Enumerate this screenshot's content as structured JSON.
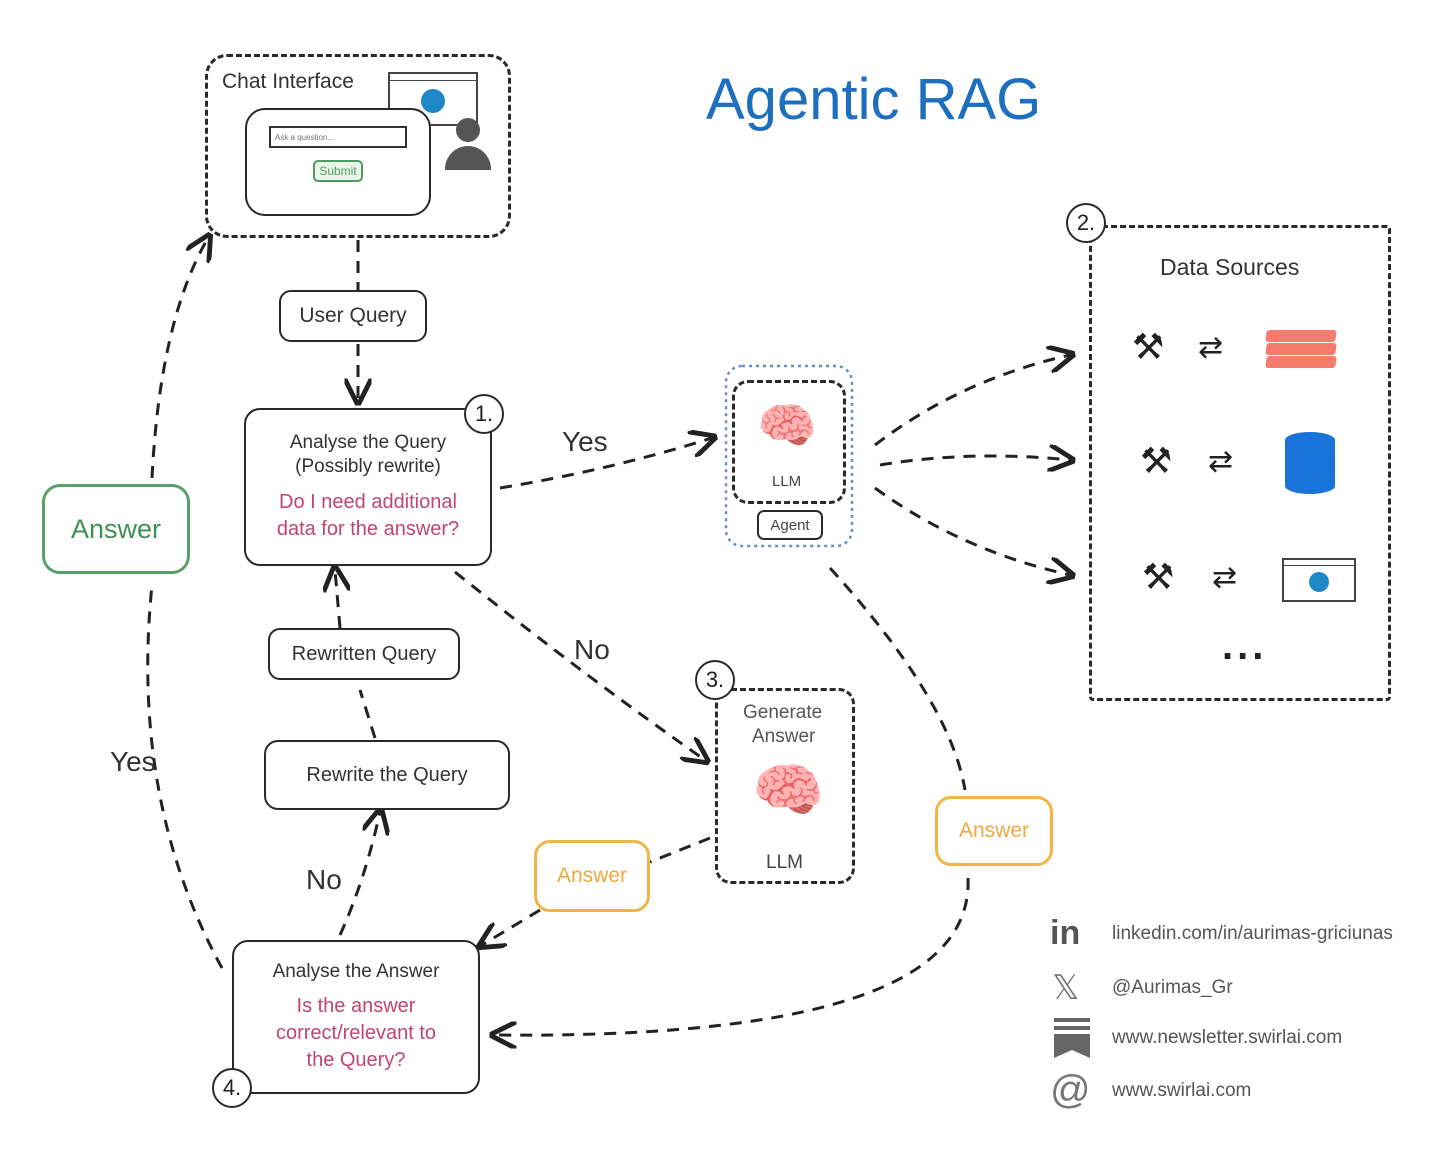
{
  "title": "Agentic RAG",
  "chat_interface": {
    "label": "Chat Interface",
    "input_placeholder": "Ask a question...",
    "submit_label": "Submit"
  },
  "nodes": {
    "user_query": "User Query",
    "analyse_query": {
      "step": "1.",
      "title_line1": "Analyse the Query",
      "title_line2": "(Possibly rewrite)",
      "question_line1": "Do I need additional",
      "question_line2": "data for the answer?"
    },
    "agent": {
      "llm_label": "LLM",
      "agent_label": "Agent"
    },
    "data_sources": {
      "step": "2.",
      "title": "Data Sources",
      "sources": [
        "vector-store",
        "database",
        "web-search"
      ],
      "more": "..."
    },
    "generate_answer": {
      "step": "3.",
      "title_line1": "Generate",
      "title_line2": "Answer",
      "llm_label": "LLM"
    },
    "rewritten_query": "Rewritten Query",
    "rewrite_query": "Rewrite the Query",
    "analyse_answer": {
      "step": "4.",
      "title": "Analyse the Answer",
      "question_line1": "Is the answer",
      "question_line2": "correct/relevant to",
      "question_line3": "the Query?"
    },
    "answer_final": "Answer",
    "answer_generate": "Answer",
    "answer_agent": "Answer"
  },
  "edge_labels": {
    "yes_agent": "Yes",
    "no_generate": "No",
    "yes_final": "Yes",
    "no_rewrite": "No"
  },
  "social": [
    {
      "icon": "linkedin-icon",
      "text": "linkedin.com/in/aurimas-griciunas"
    },
    {
      "icon": "x-icon",
      "text": "@Aurimas_Gr"
    },
    {
      "icon": "newsletter-icon",
      "text": "www.newsletter.swirlai.com"
    },
    {
      "icon": "swirl-icon",
      "text": "www.swirlai.com"
    }
  ],
  "colors": {
    "title": "#1f6fbf",
    "question": "#c2456f",
    "answer_green": "#5aa06a",
    "answer_orange": "#f0b545",
    "vector_store": "#f47b6e",
    "database": "#1a73d9"
  }
}
